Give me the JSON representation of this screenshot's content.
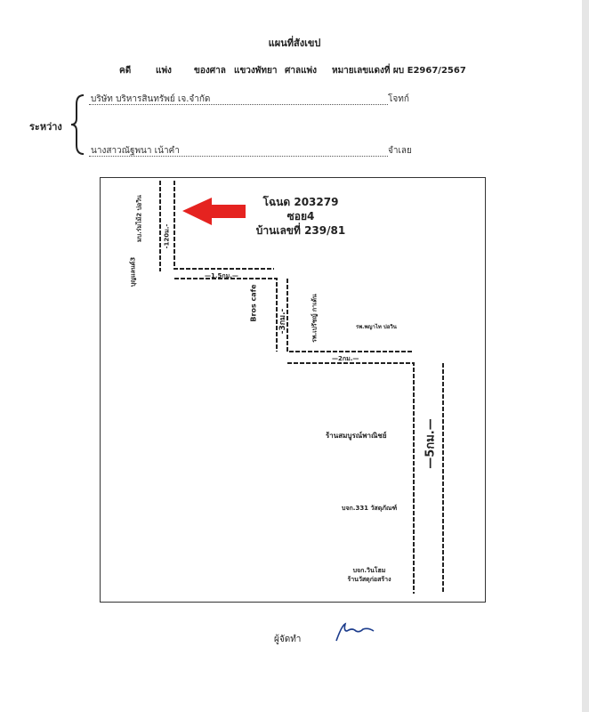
{
  "header": {
    "title": "แผนที่สังเขป",
    "case_label": "คดี",
    "case_type": "แพ่ง",
    "court_label": "ของศาล",
    "court_name": "แขวงพัทยา",
    "court_type": "ศาลแพ่ง",
    "red_no_label": "หมายเลขแดงที่ ผบ E2967/2567"
  },
  "parties": {
    "between_label": "ระหว่าง",
    "plaintiff_name": "บริษัท บริหารสินทรัพย์ เจ.จำกัด",
    "plaintiff_role": "โจทก์",
    "defendant_name": "นางสาวณัฐพนา เน้าคำ",
    "defendant_role": "จำเลย"
  },
  "map": {
    "target": {
      "deed": "โฉนด 203279",
      "soi": "ซอย4",
      "house_no": "บ้านเลขที่ 239/81"
    },
    "labels": {
      "village1": "มบ.ร่มไม้2 บ่อวิน",
      "dist_120m": "-120ม.-",
      "village2": "บุญแลนด์3",
      "dist_1_5km": "—1.5กม.—",
      "bros_cafe": "Bros cafe",
      "dist_3km": "-3กม.-",
      "hospital1": "รพ.เปรัชญ์ กาเด้น",
      "hospital2": "รพ.พญาไท บ่อวิน",
      "dist_2km": "—2กม.—",
      "shop1": "ร้านสมบูรณ์พาณิชย์",
      "dist_5km": "—5กม.—",
      "company1": "บจก.331 วัสดุภัณฑ์",
      "company2_line1": "บจก.วินโฮม",
      "company2_line2": "ร้านวัสดุก่อสร้าง"
    },
    "arrow_color": "#e52320"
  },
  "footer": {
    "maker_label": "ผู้จัดทำ"
  }
}
